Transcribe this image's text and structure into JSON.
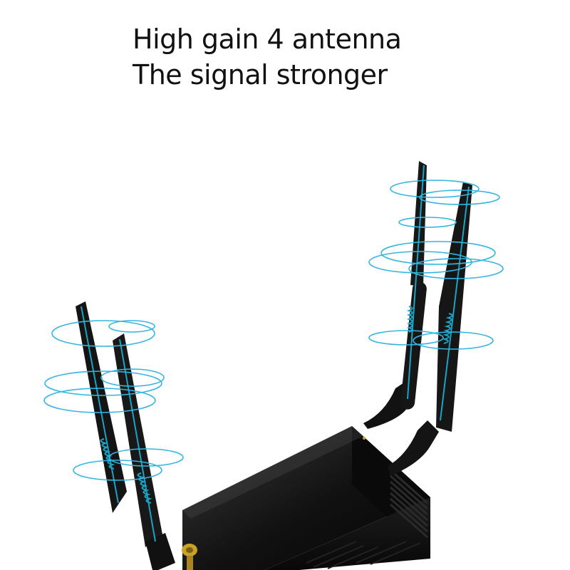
{
  "headline": {
    "line1": "High gain 4 antenna",
    "line2": "The signal stronger"
  },
  "product": {
    "name": "router-with-four-antennas",
    "antenna_count": 4,
    "colors": {
      "background": "#ffffff",
      "antenna": "#161616",
      "antenna_core": "#1aa3c4",
      "signal_ring": "#35b6e0",
      "router_body": "#0c0c0c",
      "connector": "#c9a227"
    }
  }
}
